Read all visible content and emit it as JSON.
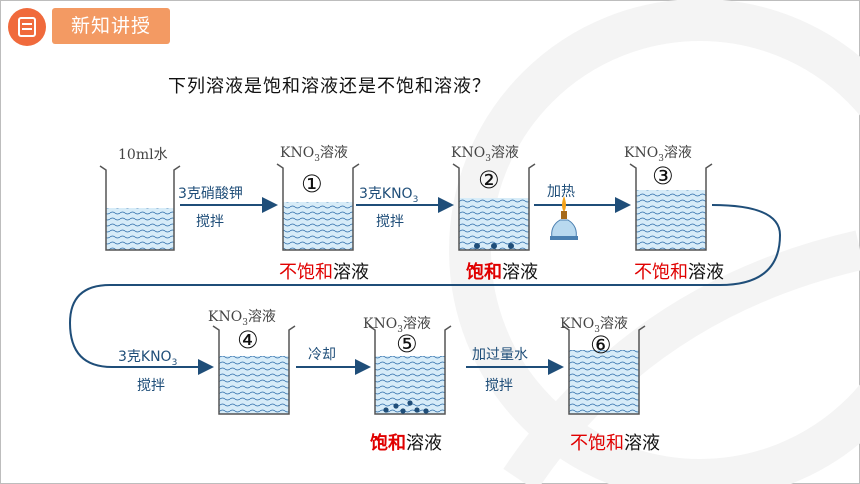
{
  "header": {
    "title": "新知讲授",
    "icon": "document-icon"
  },
  "question": "下列溶液是饱和溶液还是不饱和溶液？",
  "beakers": {
    "b0": {
      "label": "10ml水"
    },
    "b1": {
      "label_prefix": "KNO",
      "label_sub": "3",
      "label_suffix": "溶液",
      "number": "①"
    },
    "b2": {
      "label_prefix": "KNO",
      "label_sub": "3",
      "label_suffix": "溶液",
      "number": "②"
    },
    "b3": {
      "label_prefix": "KNO",
      "label_sub": "3",
      "label_suffix": "溶液",
      "number": "③"
    },
    "b4": {
      "label_prefix": "KNO",
      "label_sub": "3",
      "label_suffix": "溶液",
      "number": "④"
    },
    "b5": {
      "label_prefix": "KNO",
      "label_sub": "3",
      "label_suffix": "溶液",
      "number": "⑤"
    },
    "b6": {
      "label_prefix": "KNO",
      "label_sub": "3",
      "label_suffix": "溶液",
      "number": "⑥"
    }
  },
  "steps": {
    "s1": {
      "top": "3克硝酸钾",
      "bottom": "搅拌"
    },
    "s2": {
      "top_prefix": "3克KNO",
      "top_sub": "3",
      "bottom": "搅拌"
    },
    "s3": {
      "top": "加热"
    },
    "s4": {
      "top_prefix": "3克KNO",
      "top_sub": "3",
      "bottom": "搅拌"
    },
    "s5": {
      "top": "冷却"
    },
    "s6": {
      "top": "加过量水",
      "bottom": "搅拌"
    }
  },
  "states": {
    "b1": {
      "red": "不饱和",
      "black": "溶液"
    },
    "b2": {
      "red": "饱和",
      "black": "溶液"
    },
    "b3": {
      "red": "不饱和",
      "black": "溶液"
    },
    "b5": {
      "red": "饱和",
      "black": "溶液"
    },
    "b6": {
      "red": "不饱和",
      "black": "溶液"
    }
  },
  "colors": {
    "accent": "#f06a3c",
    "header_bar": "#f39a63",
    "arrow": "#1f4e79",
    "highlight": "#e00000"
  }
}
